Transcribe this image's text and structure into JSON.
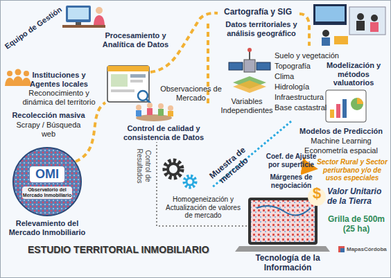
{
  "diagram": {
    "title": "ESTUDIO TERRITORIAL INMOBILIARIO",
    "nodes": [
      {
        "text": [
          "OMI",
          "Observatorio del Mercado Inmobiliario",
          "Relevamiento del Mercado Inmobiliario"
        ]
      }
    ],
    "labels": [
      "Equipo de Gestión",
      "Procesamiento y Analítica de Datos",
      "Cartografía y SIG",
      "Datos territoriales y análisis geográfico",
      "Instituciones y Agentes locales",
      "Reconocimiento y dinámica del territorio",
      "Recolección masiva",
      "Scrapy / Búsqueda web",
      "Observaciones de Mercado",
      "Control de calidad y consistencia de Datos",
      "Suelo y vegetación",
      "Topografía",
      "Clima",
      "Hidrología",
      "Infraestructura",
      "Base castastral",
      "Variables Independientes",
      "Modelización y métodos valuatorios",
      "Modelos de Predicción",
      "Machine Learning",
      "Econometría espacial",
      "Sector Rural y Sector periurbano y/o de usos especiales",
      "Muestra de mercado",
      "Coef. de Ajuste por superficie",
      "Márgenes de negociación",
      "Control de Resultados",
      "Homogeneización y Actualización de valores de mercado",
      "Valor Unitario de la Tierra",
      "Grilla de 500m (25 ha)",
      "Tecnología de la Información",
      "MapasCórdoba",
      "$"
    ]
  }
}
